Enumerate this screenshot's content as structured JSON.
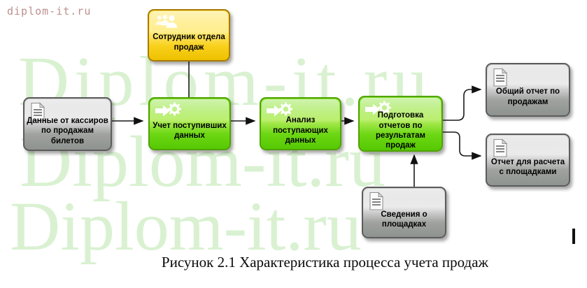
{
  "page": {
    "site_label": "diplom-it.ru",
    "watermark_text": "Diplom-it.ru",
    "caption": "Рисунок 2.1 Характеристика процесса учета продаж"
  },
  "colors": {
    "process_green": "#6ed714",
    "process_border": "#4fa300",
    "actor_yellow": "#f8d01c",
    "actor_border": "#a87b06",
    "data_gray": "#a0a2a0",
    "data_border": "#5c5c5c",
    "watermark_green": "#d9f1d1",
    "site_label_red": "#bd8f8f",
    "connector_black": "#1a1a1a"
  },
  "diagram": {
    "actor": {
      "label": "Сотрудник отдела продаж",
      "icon": "people-group-icon"
    },
    "input": {
      "label": "Данные от кассиров по продажам билетов",
      "icon": "document-icon"
    },
    "processes": [
      {
        "label": "Учет поступивших данных",
        "icon": "process-arrow-gear-icon"
      },
      {
        "label": "Анализ поступающих данных",
        "icon": "process-arrow-gear-icon"
      },
      {
        "label": "Подготовка отчетов по результатам продаж",
        "icon": "process-arrow-gear-icon"
      }
    ],
    "outputs": [
      {
        "label": "Общий отчет по продажам",
        "icon": "document-icon"
      },
      {
        "label": "Отчет для расчета с площадками",
        "icon": "document-icon"
      }
    ],
    "reference": {
      "label": "Сведения о площадках",
      "icon": "document-icon"
    },
    "edges": [
      {
        "from": "Сотрудник отдела продаж",
        "to": "Учет поступивших данных",
        "arrow": false
      },
      {
        "from": "Данные от кассиров по продажам билетов",
        "to": "Учет поступивших данных",
        "arrow": true
      },
      {
        "from": "Учет поступивших данных",
        "to": "Анализ поступающих данных",
        "arrow": true
      },
      {
        "from": "Анализ поступающих данных",
        "to": "Подготовка отчетов по результатам продаж",
        "arrow": true
      },
      {
        "from": "Подготовка отчетов по результатам продаж",
        "to": "Общий отчет по продажам",
        "arrow": true
      },
      {
        "from": "Подготовка отчетов по результатам продаж",
        "to": "Отчет для расчета с площадками",
        "arrow": true
      },
      {
        "from": "Сведения о площадках",
        "to": "Подготовка отчетов по результатам продаж",
        "arrow": true
      }
    ]
  }
}
